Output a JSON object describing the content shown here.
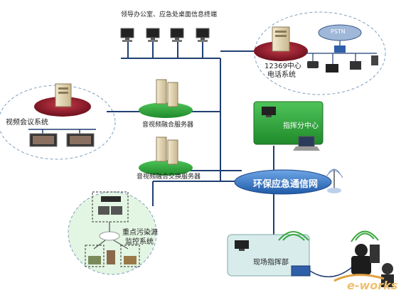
{
  "labels": {
    "terminals_title": "领导办公室、应急处桌面信息终端",
    "pstn": "PSTN",
    "phone_center_l1": "12369中心",
    "phone_center_l2": "电话系统",
    "video_conf": "视频会议系统",
    "av_server": "音视频融合服务器",
    "av_switch_server": "音视频融合交换服务器",
    "command_sub": "指挥分中心",
    "network": "环保应急通信网",
    "monitor_l1": "重点污染源",
    "monitor_l2": "监控系统",
    "field_cmd": "现场指挥部",
    "watermark": "e-works"
  },
  "colors": {
    "line": "#1f3f73",
    "ellipse_dash": "#7f9fbf",
    "disc_red": "#9b1c2c",
    "green_panel": "#2e9e3a",
    "network_blue": "#2f6fbf",
    "monitor_green": "#e3f5e3",
    "field_teal": "#d8ecec"
  }
}
